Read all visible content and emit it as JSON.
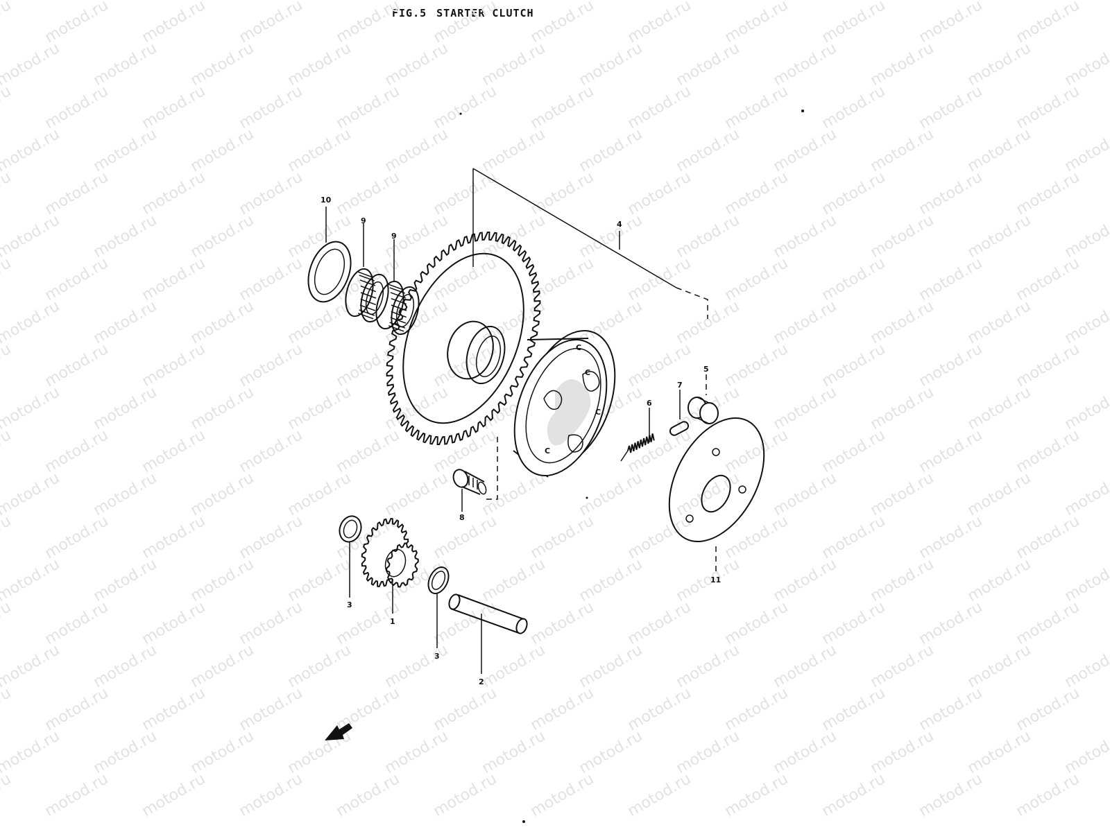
{
  "figure": {
    "label": "FIG.5",
    "title": "STARTER CLUTCH"
  },
  "watermark": {
    "text": "motod.ru",
    "color": "#e2e2e2"
  },
  "callouts": {
    "c1": "1",
    "c2": "2",
    "c3a": "3",
    "c3b": "3",
    "c4": "4",
    "c5": "5",
    "c6": "6",
    "c7": "7",
    "c8": "8",
    "c9a": "9",
    "c9b": "9",
    "c10": "10",
    "c11": "11"
  },
  "parts": [
    {
      "ref": "1",
      "name": "starter idle gear",
      "icon": "double-gear-icon"
    },
    {
      "ref": "2",
      "name": "idle gear shaft",
      "icon": "shaft-icon"
    },
    {
      "ref": "3",
      "name": "washer",
      "icon": "washer-icon"
    },
    {
      "ref": "4",
      "name": "starter clutch assembly",
      "icon": "ring-gear-icon"
    },
    {
      "ref": "5",
      "name": "roller",
      "icon": "roller-icon"
    },
    {
      "ref": "6",
      "name": "spring",
      "icon": "spring-icon"
    },
    {
      "ref": "7",
      "name": "spring cap",
      "icon": "pin-icon"
    },
    {
      "ref": "8",
      "name": "bolt",
      "icon": "bolt-icon"
    },
    {
      "ref": "9",
      "name": "needle bearing",
      "icon": "needle-bearing-icon"
    },
    {
      "ref": "10",
      "name": "washer",
      "icon": "washer-icon"
    },
    {
      "ref": "11",
      "name": "plate",
      "icon": "plate-icon"
    }
  ],
  "front_arrow": {
    "icon": "front-arrow-icon"
  }
}
